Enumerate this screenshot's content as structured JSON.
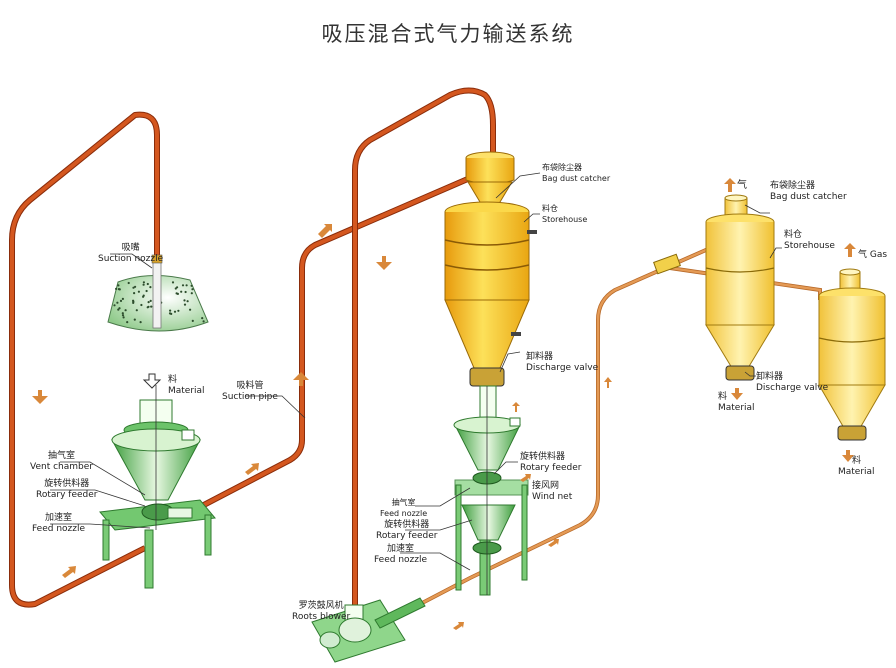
{
  "title": "吸压混合式气力输送系统",
  "colors": {
    "pipe": "#c8511f",
    "pipe_light": "#d9883a",
    "green": "#4caf50",
    "yellow": "#f2c21a",
    "arrow": "#d9883a",
    "text": "#222222"
  },
  "labels": {
    "suction_nozzle": {
      "cn": "吸嘴",
      "en": "Suction nozzle"
    },
    "material_in": {
      "cn": "料",
      "en": "Material"
    },
    "suction_pipe": {
      "cn": "吸料管",
      "en": "Suction pipe"
    },
    "vent_chamber_left": {
      "cn": "抽气室",
      "en": "Vent chamber"
    },
    "rotary_feeder_left": {
      "cn": "旋转供料器",
      "en": "Rotary feeder"
    },
    "feed_nozzle_left": {
      "cn": "加速室",
      "en": "Feed nozzle"
    },
    "bag_dust_catcher_center": {
      "cn": "布袋除尘器",
      "en": "Bag dust catcher"
    },
    "storehouse_center": {
      "cn": "料仓",
      "en": "Storehouse"
    },
    "discharge_valve_center": {
      "cn": "卸料器",
      "en": "Discharge valve"
    },
    "rotary_feeder_center": {
      "cn": "旋转供料器",
      "en": "Rotary feeder"
    },
    "wind_net": {
      "cn": "接风网",
      "en": "Wind net"
    },
    "vent_chamber_lower": {
      "cn": "抽气室",
      "en": "Feed nozzle"
    },
    "rotary_feeder_lower": {
      "cn": "旋转供料器",
      "en": "Rotary feeder"
    },
    "feed_nozzle_lower": {
      "cn": "加速室",
      "en": "Feed nozzle"
    },
    "roots_blower": {
      "cn": "罗茨鼓风机",
      "en": "Roots blower"
    },
    "gas_top": {
      "cn": "气",
      "en": ""
    },
    "bag_dust_catcher_right": {
      "cn": "布袋除尘器",
      "en": "Bag dust catcher"
    },
    "storehouse_right": {
      "cn": "料仓",
      "en": "Storehouse"
    },
    "gas_right": {
      "cn": "气",
      "en": "Gas"
    },
    "discharge_valve_right": {
      "cn": "卸料器",
      "en": "Discharge valve"
    },
    "material_out_1": {
      "cn": "料",
      "en": "Material"
    },
    "material_out_2": {
      "cn": "料",
      "en": "Material"
    }
  }
}
